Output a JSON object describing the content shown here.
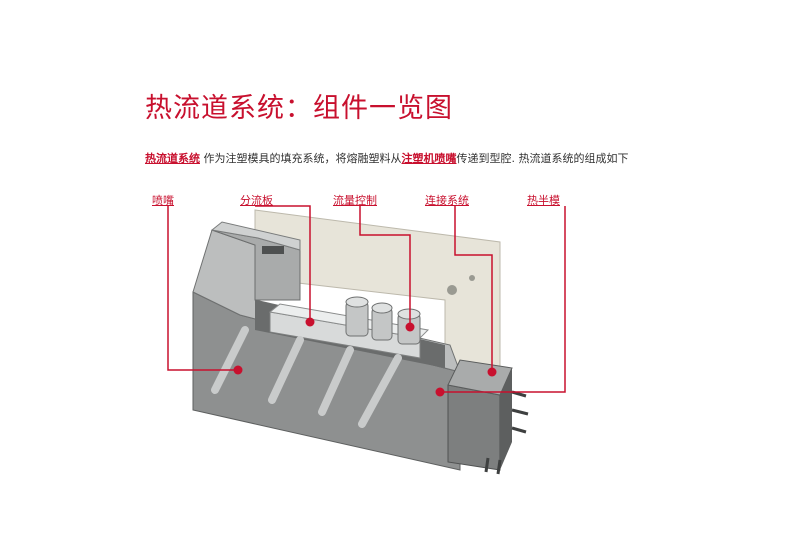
{
  "title": "热流道系统：组件一览图",
  "intro": {
    "term1": "热流道系统",
    "text1": " 作为注塑模具的填充系统，将熔融塑料从",
    "term2": "注塑机喷嘴",
    "text2": "传递到型腔. 热流道系统的组成如下"
  },
  "labels": {
    "nozzle": "喷嘴",
    "manifold": "分流板",
    "flow_control": "流量控制",
    "connection": "连接系统",
    "hot_half": "热半模"
  },
  "colors": {
    "accent": "#c8102e",
    "steel_light": "#b4b6b6",
    "steel_dark": "#6e7070",
    "plate_beige": "#e6e3d8"
  }
}
